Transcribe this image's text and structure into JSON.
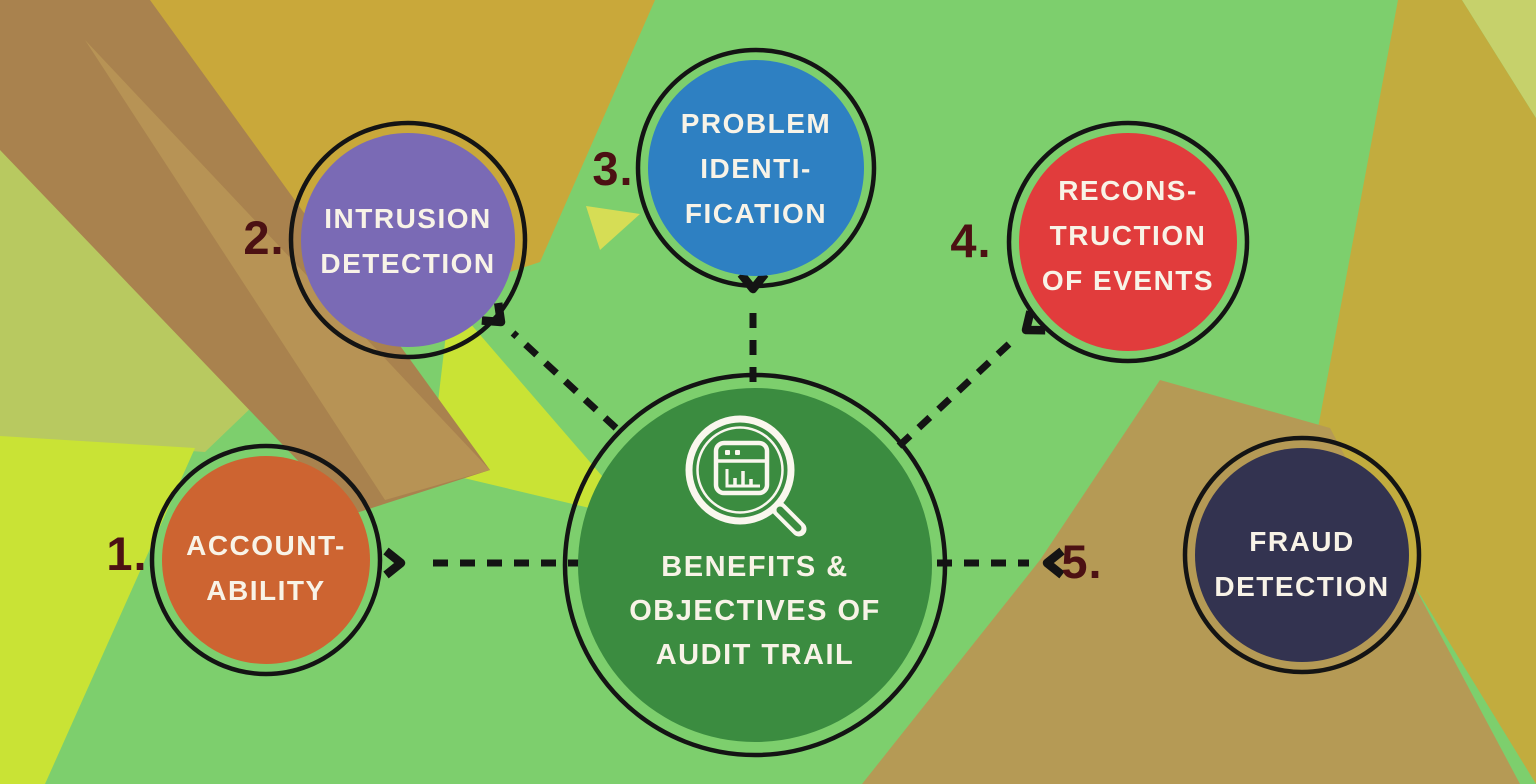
{
  "diagram": {
    "title": "Benefits & Objectives of Audit Trail",
    "center": {
      "label_lines": [
        "BENEFITS &",
        "OBJECTIVES OF",
        "AUDIT TRAIL"
      ],
      "fill": "#3B8C40",
      "icon": "magnifier-report-icon",
      "text_color": "#F8F3E7"
    },
    "nodes": [
      {
        "number": "1.",
        "label_lines": [
          "ACCOUNT-",
          "ABILITY"
        ],
        "fill": "#CD6431"
      },
      {
        "number": "2.",
        "label_lines": [
          "INTRUSION",
          "DETECTION"
        ],
        "fill": "#7A6AB5"
      },
      {
        "number": "3.",
        "label_lines": [
          "PROBLEM",
          "IDENTI-",
          "FICATION"
        ],
        "fill": "#2E80C2"
      },
      {
        "number": "4.",
        "label_lines": [
          "RECONS-",
          "TRUCTION",
          "OF EVENTS"
        ],
        "fill": "#E13C3C"
      },
      {
        "number": "5.",
        "label_lines": [
          "FRAUD",
          "DETECTION"
        ],
        "fill": "#333350"
      }
    ],
    "number_color": "#4C1113",
    "outline_color": "#141414",
    "background_palette": {
      "base_green": "#7DCF6D",
      "olive_top_left": "#C9A83A",
      "olive_right": "#C2AC3E",
      "soft_yellow_green": "#B8C960",
      "lime": "#C9E335",
      "brown_dark": "#A9824E",
      "brown_light": "#B79355",
      "tan": "#B59A55",
      "dark_green_triangle": "#5EC263",
      "pale_yellow_triangle": "#D6DD55",
      "corner_yellow_green": "#C6D16B"
    }
  }
}
